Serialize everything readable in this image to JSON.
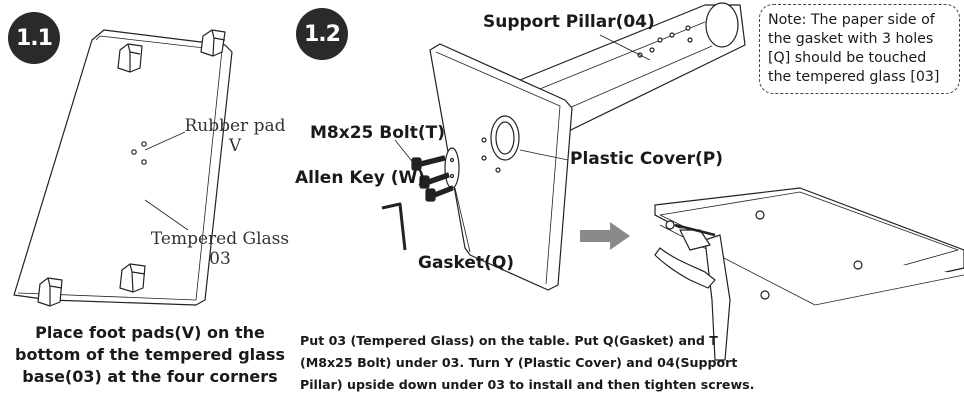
{
  "step1": {
    "badge": "1.1",
    "rubber_pad_label": "Rubber pad",
    "rubber_pad_code": "V",
    "glass_label": "Tempered Glass",
    "glass_code": "03",
    "caption": "Place foot pads(V) on the bottom of the tempered glass base(03) at the four corners"
  },
  "step2": {
    "badge": "1.2",
    "support_pillar": "Support Pillar(04)",
    "bolt": "M8x25 Bolt(T)",
    "allen_key": "Allen Key (W)",
    "plastic_cover": "Plastic Cover(P)",
    "gasket": "Gasket(Q)",
    "caption": "Put 03 (Tempered Glass) on the table. Put Q(Gasket) and T (M8x25 Bolt) under 03. Turn Y (Plastic Cover) and 04(Support Pillar) upside down under 03 to install and then tighten screws."
  },
  "note": {
    "text": "Note: The paper side of the gasket with 3 holes [Q] should be touched the tempered glass [03]"
  },
  "colors": {
    "badge_bg": "#2a2a2a",
    "arrow": "#8a8a8a",
    "line": "#222222"
  }
}
